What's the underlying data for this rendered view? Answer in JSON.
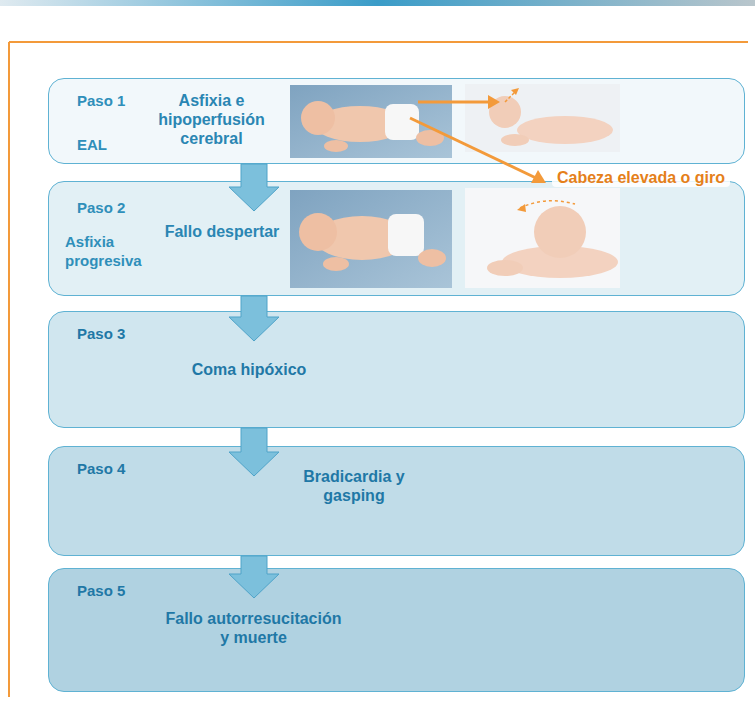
{
  "diagram": {
    "nodes": [
      {
        "text": [
          "Paso 1",
          "EAL",
          "Asfixia e hipoperfusión cerebral"
        ]
      },
      {
        "text": [
          "Paso 2",
          "Asfixia progresiva",
          "Fallo despertar"
        ]
      },
      {
        "text": [
          "Paso 3",
          "Coma hipóxico"
        ]
      },
      {
        "text": [
          "Paso 4",
          "Bradicardia y gasping"
        ]
      },
      {
        "text": [
          "Paso 5",
          "Fallo autorresucitación y muerte"
        ]
      }
    ],
    "edges": [
      {
        "from": 0,
        "to": 1,
        "arrow": "to"
      },
      {
        "from": 1,
        "to": 2,
        "arrow": "to"
      },
      {
        "from": 2,
        "to": 3,
        "arrow": "to"
      },
      {
        "from": 3,
        "to": 4,
        "arrow": "to"
      }
    ],
    "labels": [
      "Cabeza elevada o giro"
    ]
  }
}
